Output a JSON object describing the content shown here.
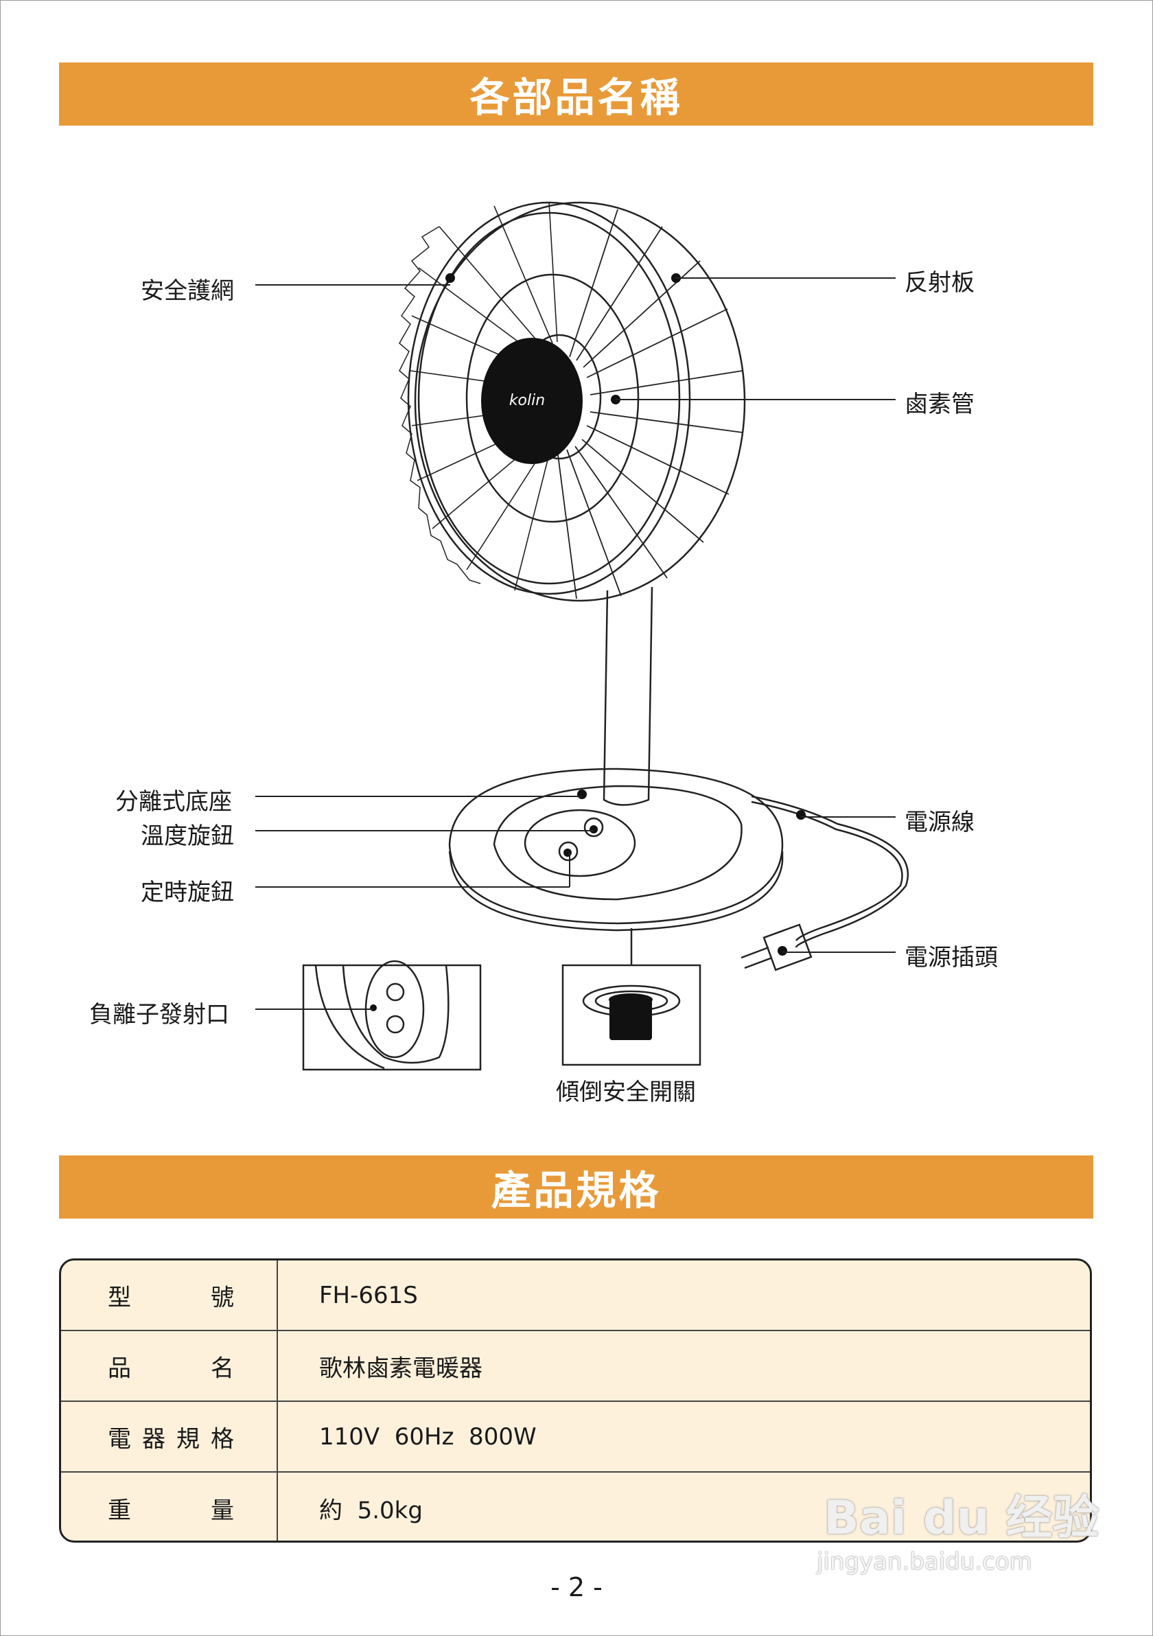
{
  "sections": {
    "parts_title": "各部品名稱",
    "specs_title": "產品規格"
  },
  "brand": "kolin",
  "parts": {
    "safety_grille": "安全護網",
    "reflector": "反射板",
    "halogen_tube": "鹵素管",
    "detachable_base": "分離式底座",
    "temperature_knob": "溫度旋鈕",
    "timer_knob": "定時旋鈕",
    "power_cord": "電源線",
    "power_plug": "電源插頭",
    "ion_outlet": "負離子發射口",
    "tip_over_switch": "傾倒安全開關"
  },
  "specs": {
    "rows": [
      {
        "key": [
          "型",
          "號"
        ],
        "value": "FH-661S"
      },
      {
        "key": [
          "品",
          "名"
        ],
        "value": "歌林鹵素電暖器"
      },
      {
        "key": [
          "電",
          "器",
          "規",
          "格"
        ],
        "value": "110V  60Hz  800W"
      },
      {
        "key": [
          "重",
          "量"
        ],
        "value": "約  5.0kg"
      }
    ]
  },
  "page_number": "- 2 -",
  "watermark": {
    "main": "Bai du 经验",
    "url": "jingyan.baidu.com"
  },
  "colors": {
    "banner": "#e89a39",
    "table_bg": "#fdf1dc"
  }
}
